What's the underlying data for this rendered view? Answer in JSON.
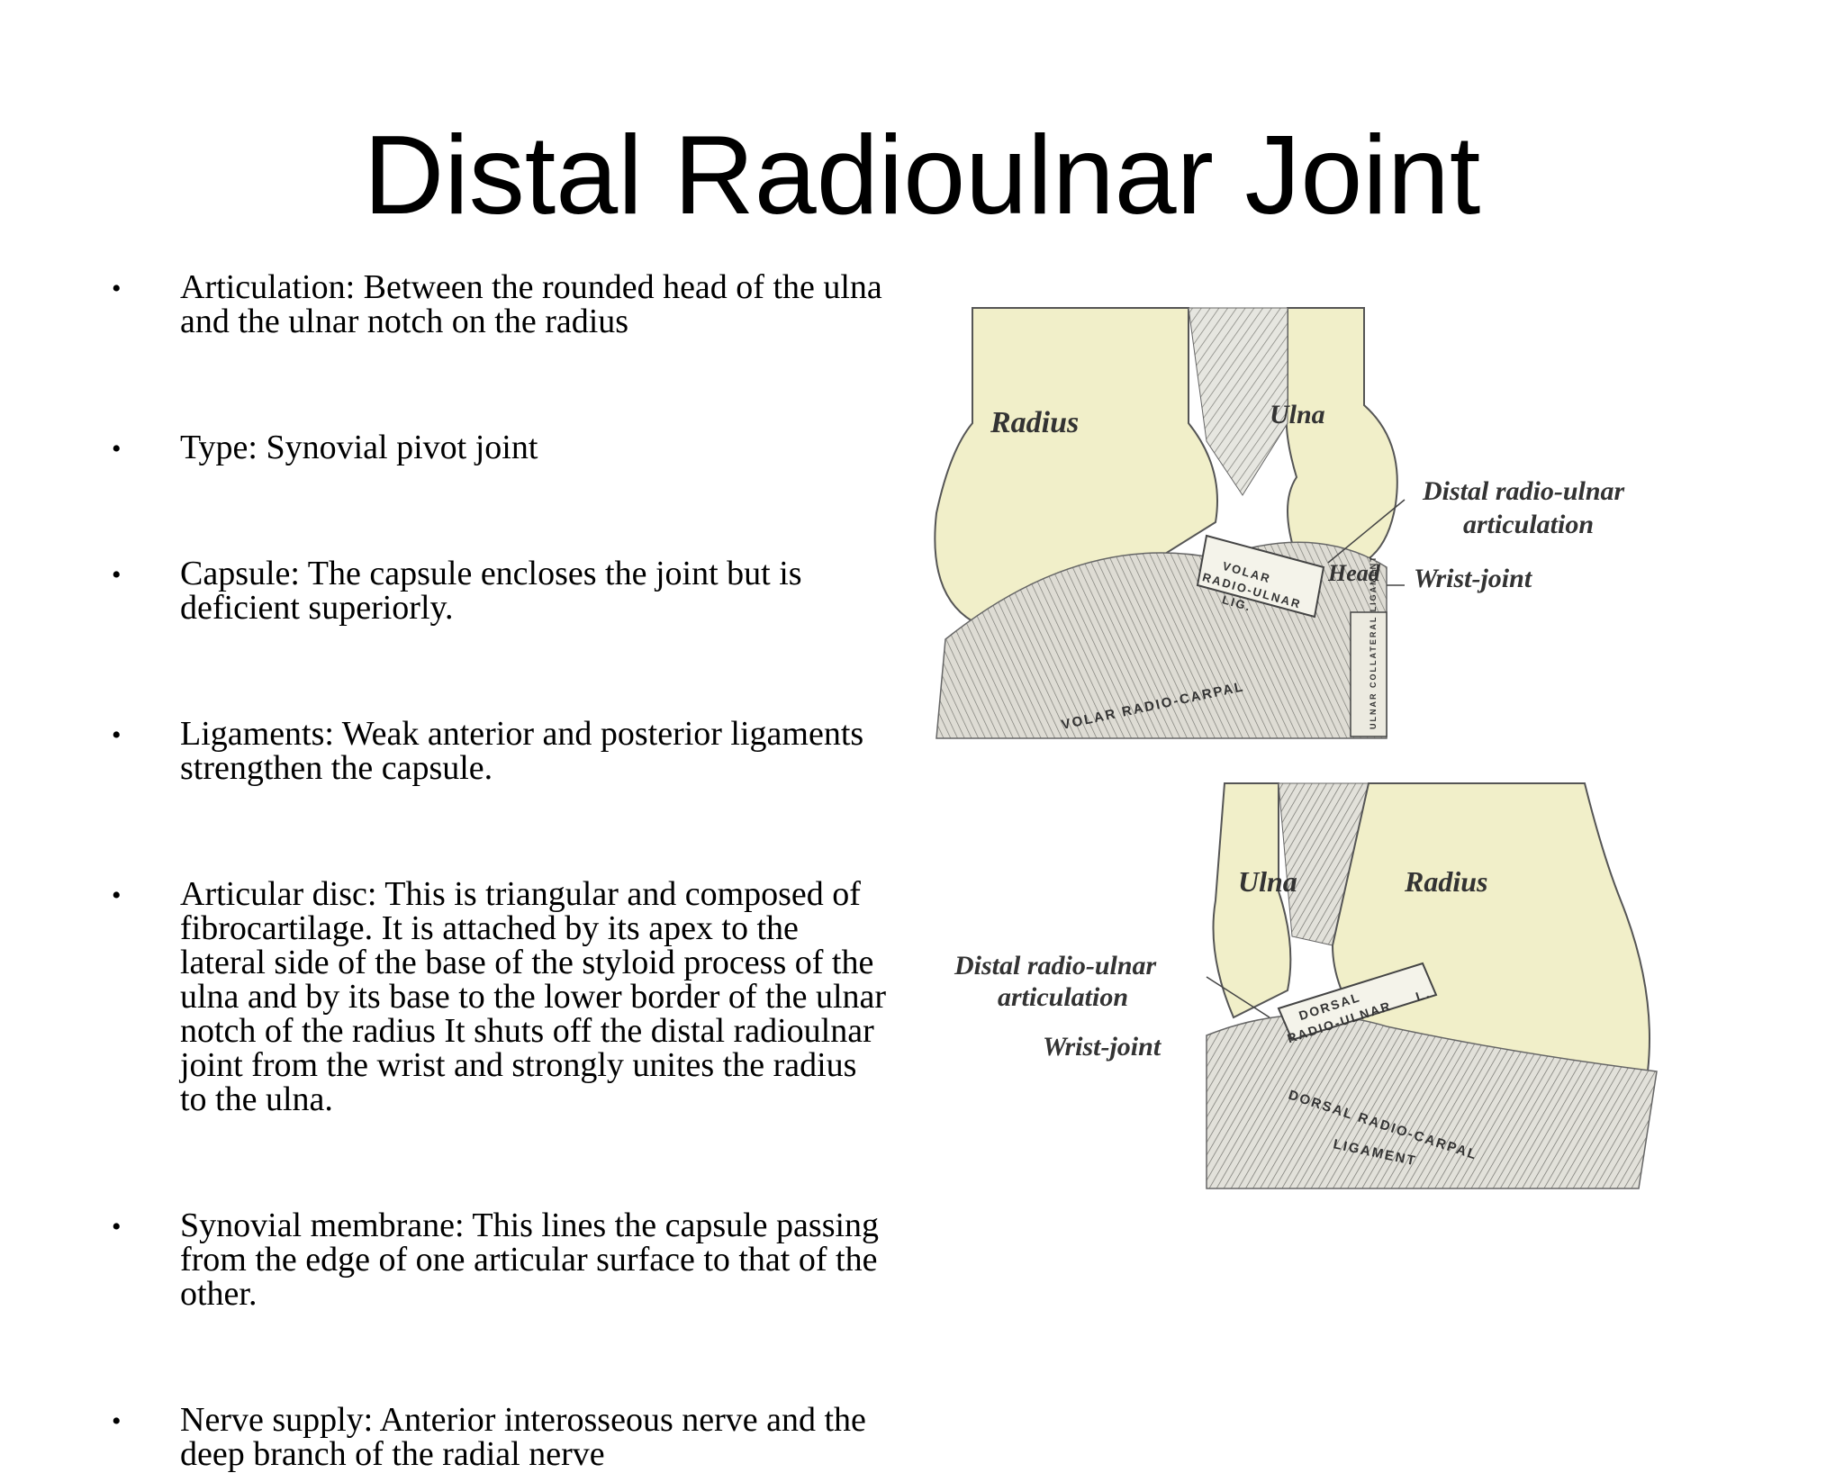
{
  "title": "Distal Radioulnar Joint",
  "bullets": [
    "Articulation: Between the rounded  head of the ulna and the ulnar notch on the radius",
    "Type: Synovial pivot joint",
    "Capsule: The capsule encloses the joint but is deficient superiorly.",
    "Ligaments: Weak anterior and posterior ligaments strengthen the capsule.",
    "Articular disc: This is triangular and composed of fibrocartilage. It is attached by its apex to the lateral side of the base of the styloid process of the ulna and by its base to the lower border of the ulnar notch of the radius It shuts off the distal radioulnar joint from the wrist and strongly unites the radius to the ulna.",
    "Synovial membrane: This lines the capsule passing from the edge of one articular surface to that of the other.",
    "Nerve supply: Anterior interosseous nerve and the deep branch of the radial nerve"
  ],
  "bullet_symbol": "•",
  "figure_top": {
    "radius": "Radius",
    "ulna": "Ulna",
    "head": "Head",
    "volar": "VOLAR",
    "radio_ulnar": "RADIO-ULNAR",
    "lig": "LIG.",
    "volar_radio_carpal": "VOLAR RADIO-CARPAL",
    "ulnar_collateral": "ULNAR COLLATERAL LIGAMENT",
    "distal_radio_ulnar": "Distal radio-ulnar",
    "articulation": "articulation",
    "wrist_joint": "Wrist-joint"
  },
  "figure_bottom": {
    "ulna": "Ulna",
    "radius": "Radius",
    "dorsal": "DORSAL",
    "radio_ulnar": "RADIO-ULNAR",
    "l": "L.",
    "dorsal_radio_carpal": "DORSAL RADIO-CARPAL",
    "ligament": "LIGAMENT",
    "distal_radio_ulnar": "Distal radio-ulnar",
    "articulation": "articulation",
    "wrist_joint": "Wrist-joint"
  },
  "colors": {
    "bone": "#f1efc9",
    "ligament": "#d9d9d2",
    "ink": "#333333"
  }
}
